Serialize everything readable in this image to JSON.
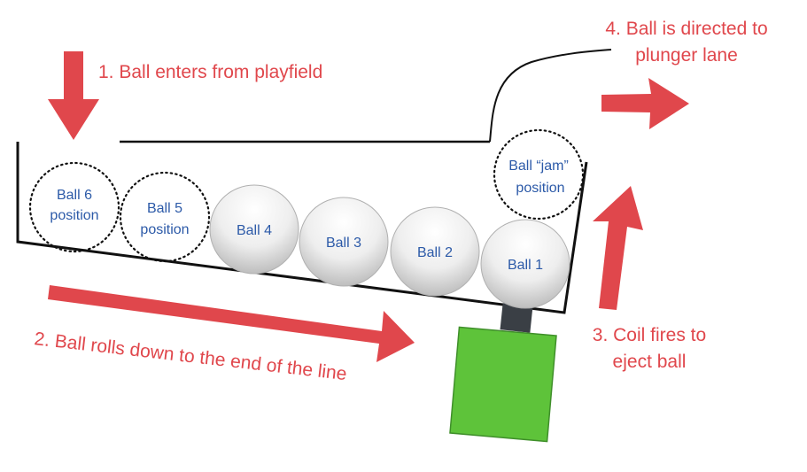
{
  "steps": {
    "step1": "1. Ball enters from playfield",
    "step2": "2. Ball rolls down to the end of the line",
    "step3_line1": "3. Coil fires to",
    "step3_line2": "eject ball",
    "step4_line1": "4. Ball is directed to",
    "step4_line2": "plunger lane"
  },
  "balls": {
    "ball1": "Ball 1",
    "ball2": "Ball 2",
    "ball3": "Ball 3",
    "ball4": "Ball 4"
  },
  "positions": {
    "ball6_line1": "Ball 6",
    "ball6_line2": "position",
    "ball5_line1": "Ball 5",
    "ball5_line2": "position",
    "jam_line1": "Ball “jam”",
    "jam_line2": "position"
  },
  "colors": {
    "arrow": "#e0474c",
    "coil": "#5ec33a",
    "plunger": "#3a3f45",
    "label_text": "#2c5aa8"
  }
}
